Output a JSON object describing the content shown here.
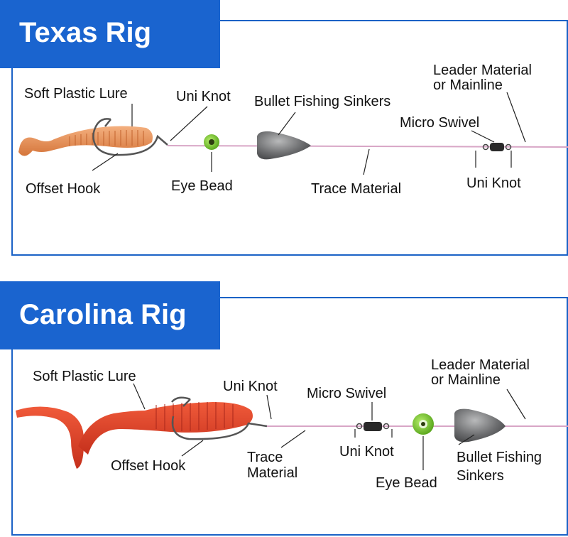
{
  "texas": {
    "title": "Texas Rig",
    "labels": {
      "soft_plastic_lure": "Soft Plastic Lure",
      "uni_knot_1": "Uni Knot",
      "bullet_fishing_sinkers": "Bullet Fishing Sinkers",
      "leader_line1": "Leader Material",
      "leader_line2": "or Mainline",
      "micro_swivel": "Micro Swivel",
      "offset_hook": "Offset Hook",
      "eye_bead": "Eye Bead",
      "trace_material": "Trace Material",
      "uni_knot_2": "Uni Knot"
    }
  },
  "carolina": {
    "title": "Carolina Rig",
    "labels": {
      "soft_plastic_lure": "Soft Plastic Lure",
      "uni_knot_1": "Uni Knot",
      "micro_swivel": "Micro Swivel",
      "leader_line1": "Leader Material",
      "leader_line2": "or Mainline",
      "offset_hook": "Offset Hook",
      "trace_line1": "Trace",
      "trace_line2": "Material",
      "uni_knot_2": "Uni Knot",
      "eye_bead": "Eye Bead",
      "sinkers_line1": "Bullet Fishing",
      "sinkers_line2": "Sinkers"
    }
  },
  "colors": {
    "frame_blue": "#1b62c6",
    "tab_blue": "#1a64cf",
    "line_pink": "#d8a6c6",
    "lure_texas": "#e28a4e",
    "lure_carolina": "#e04127",
    "bead_green": "#7dcf2a",
    "sinker_gray": "#6d6e70"
  }
}
